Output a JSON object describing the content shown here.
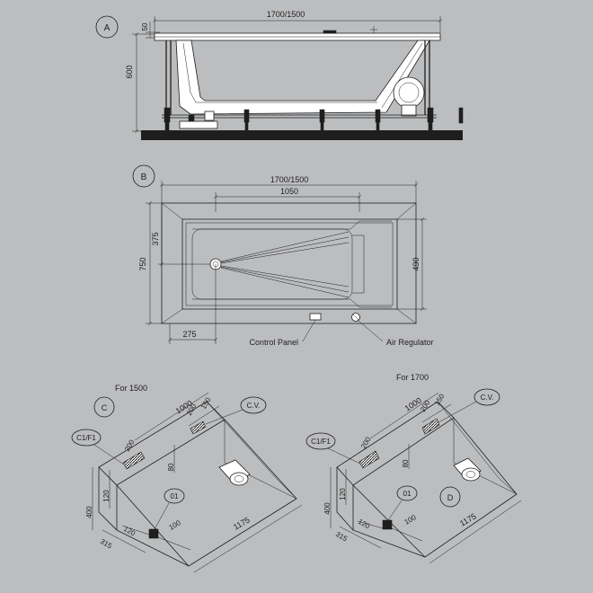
{
  "view_a": {
    "label": "A",
    "dim_length": "1700/1500",
    "dim_rim": "50",
    "dim_height": "600"
  },
  "view_b": {
    "label": "B",
    "dim_length": "1700/1500",
    "dim_1050": "1050",
    "dim_375": "375",
    "dim_750": "750",
    "dim_490": "490",
    "dim_275": "275",
    "control_panel": "Control Panel",
    "air_regulator": "Air Regulator"
  },
  "view_c": {
    "caption": "For 1500",
    "label": "C",
    "dim_1000": "1000",
    "dim_200a": "200",
    "dim_150": "150",
    "dim_200b": "200",
    "dim_80": "80",
    "dim_120a": "120",
    "dim_400": "400",
    "dim_120b": "120",
    "dim_315": "315",
    "dim_100": "100",
    "dim_1175": "1175",
    "tag_c1f1": "C1/F1",
    "tag_cv": "C.V.",
    "tag_01": "01"
  },
  "view_d": {
    "caption": "For 1700",
    "label": "D",
    "dim_1000": "1000",
    "dim_200a": "200",
    "dim_150": "150",
    "dim_200b": "200",
    "dim_80": "80",
    "dim_120a": "120",
    "dim_400": "400",
    "dim_120b": "120",
    "dim_315": "315",
    "dim_100": "100",
    "dim_1175": "1175",
    "tag_c1f1": "C1/F1",
    "tag_cv": "C.V.",
    "tag_01": "01"
  }
}
